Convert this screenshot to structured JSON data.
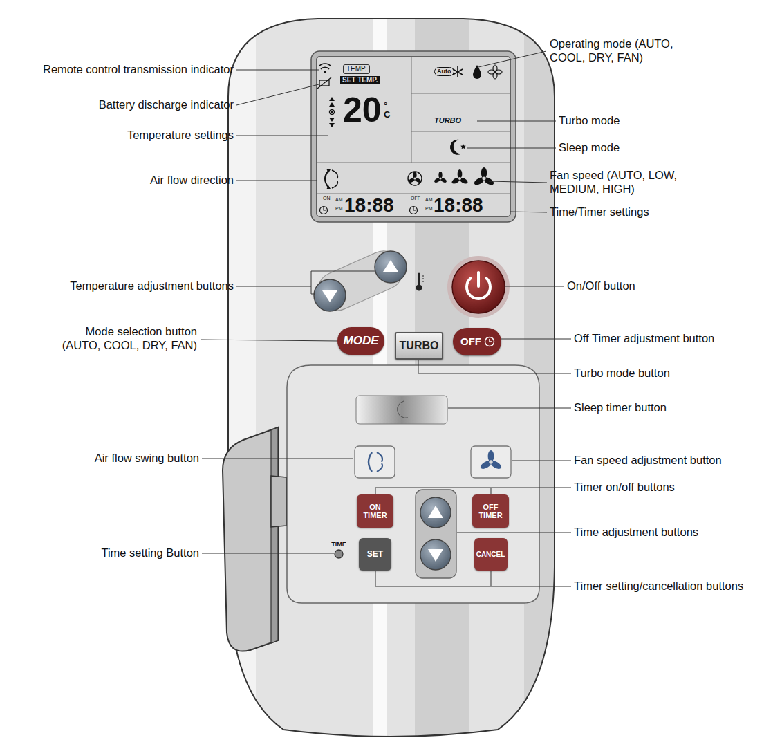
{
  "diagram": {
    "nodes": [
      {
        "text": [
          "TEMP.",
          "SET TEMP.",
          "20",
          "°C",
          "Auto",
          "TURBO",
          "ON",
          "AM",
          "PM",
          "18:88",
          "OFF",
          "AM",
          "PM",
          "18:88"
        ]
      },
      {
        "text": [
          "MODE"
        ]
      },
      {
        "text": [
          "TURBO"
        ]
      },
      {
        "text": [
          "OFF"
        ]
      },
      {
        "text": [
          "ON TIMER"
        ]
      },
      {
        "text": [
          "OFF TIMER"
        ]
      },
      {
        "text": [
          "SET"
        ]
      },
      {
        "text": [
          "CANCEL"
        ]
      }
    ],
    "labels": [
      "Remote control transmission indicator",
      "Battery discharge indicator",
      "Temperature settings",
      "Air flow direction",
      "Temperature adjustment buttons",
      "Mode selection button (AUTO, COOL, DRY, FAN)",
      "Air flow swing button",
      "Time setting Button",
      "Operating mode (AUTO, COOL, DRY, FAN)",
      "Turbo mode",
      "Sleep mode",
      "Fan speed (AUTO, LOW, MEDIUM, HIGH)",
      "Time/Timer settings",
      "On/Off button",
      "Off Timer adjustment button",
      "Turbo mode button",
      "Sleep timer button",
      "Fan speed adjustment button",
      "Timer on/off buttons",
      "Time adjustment buttons",
      "Timer setting/cancellation buttons",
      "TIME"
    ]
  }
}
